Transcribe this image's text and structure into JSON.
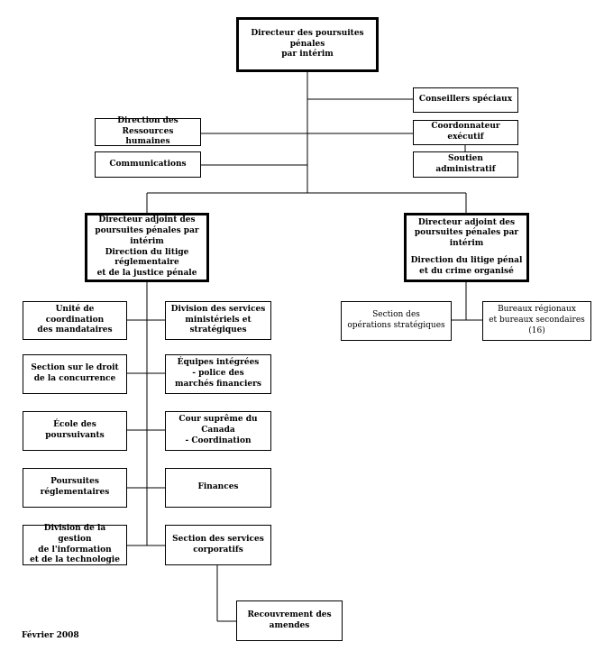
{
  "boxes": {
    "director": "Directeur des poursuites pénales\npar intérim",
    "conseillers": "Conseillers spéciaux",
    "coordonnateur": "Coordonnateur exécutif",
    "soutien": "Soutien administratif",
    "rh": "Direction des\nRessources humaines",
    "communications": "Communications",
    "da_left_title": "Directeur adjoint des\npoursuites pénales par intérim",
    "da_left_sub": "Direction du litige réglementaire\net de la justice pénale",
    "da_right_title": "Directeur adjoint des\npoursuites pénales par intérim",
    "da_right_sub": "Direction du litige pénal\net du crime organisé",
    "unite": "Unité de coordination\ndes mandataires",
    "division_services": "Division des services\nministériels et stratégiques",
    "concurrence": "Section sur le droit\nde la concurrence",
    "equipes": "Équipes intégrées\n- police des\nmarchés financiers",
    "ecole": "École des\npoursuivants",
    "cour": "Cour suprême du Canada\n- Coordination",
    "poursuites_regl": "Poursuites\nréglementaires",
    "finances": "Finances",
    "gestion_info": "Division de la gestion\nde l'information\net de la technologie",
    "services_corpo": "Section des services\ncorporatifs",
    "recouvrement": "Recouvrement des amendes",
    "operations": "Section des\nopérations stratégiques",
    "bureaux": "Bureaux régionaux\net bureaux secondaires (16)"
  },
  "footer": "Février 2008"
}
